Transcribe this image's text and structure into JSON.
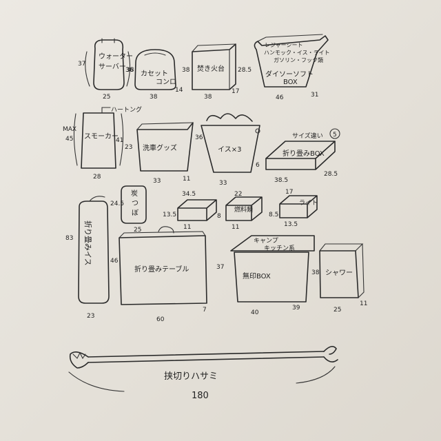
{
  "items": {
    "water_server": {
      "label_1": "ウォーター",
      "label_2": "サーバー",
      "height": "37",
      "depth": "36",
      "width": "25"
    },
    "cassette_stove": {
      "label_1": "カセット",
      "label_2": "コンロ",
      "height": "38",
      "width": "14",
      "depth": "38"
    },
    "fire_pit": {
      "label": "焚き火台",
      "height": "38",
      "width": "38",
      "depth": "17"
    },
    "daiso_box": {
      "note_1": "レジャーシート",
      "note_2": "ハンモック・イス・ライト",
      "note_3": "ガソリン・フック類",
      "label_1": "ダイソーソフト",
      "label_2": "BOX",
      "height": "28.5",
      "width": "46",
      "depth": "31"
    },
    "smoker": {
      "label": "スモーカー",
      "tag": "ハートング",
      "max": "MAX",
      "height": "45",
      "side": "41",
      "width": "28"
    },
    "laundry": {
      "label": "洗車グッズ",
      "height": "23",
      "width": "33",
      "depth": "11"
    },
    "chairs": {
      "label": "イス×3",
      "height": "36",
      "width": "33",
      "depth": "6"
    },
    "folding_box": {
      "note": "サイズ違い",
      "count": "5",
      "label": "折り畳みBOX",
      "width": "38.5",
      "depth": "28.5"
    },
    "charcoal": {
      "label_1": "炭",
      "label_2": "つ",
      "label_3": "ぼ",
      "height": "24.5",
      "width": "25"
    },
    "box_a": {
      "width": "34.5",
      "height": "13.5",
      "depth": "11"
    },
    "box_b": {
      "label": "燃料類",
      "width": "22",
      "height": "8",
      "depth": "11"
    },
    "box_c": {
      "label": "ライト",
      "width": "17",
      "height": "8.5",
      "depth": "13.5"
    },
    "folding_chair": {
      "label": "折り畳みイス",
      "height": "83",
      "width": "23"
    },
    "folding_table": {
      "label": "折り畳みテーブル",
      "height": "46",
      "width": "60",
      "depth": "7"
    },
    "muji_box": {
      "note_1": "キャンプ",
      "note_2": "キッチン系",
      "label": "無印BOX",
      "height": "37",
      "width": "40",
      "depth": "39"
    },
    "shower": {
      "label": "シャワー",
      "height": "38",
      "width": "25",
      "depth": "11"
    },
    "tongs": {
      "label": "挟切りハサミ",
      "length": "180"
    }
  }
}
